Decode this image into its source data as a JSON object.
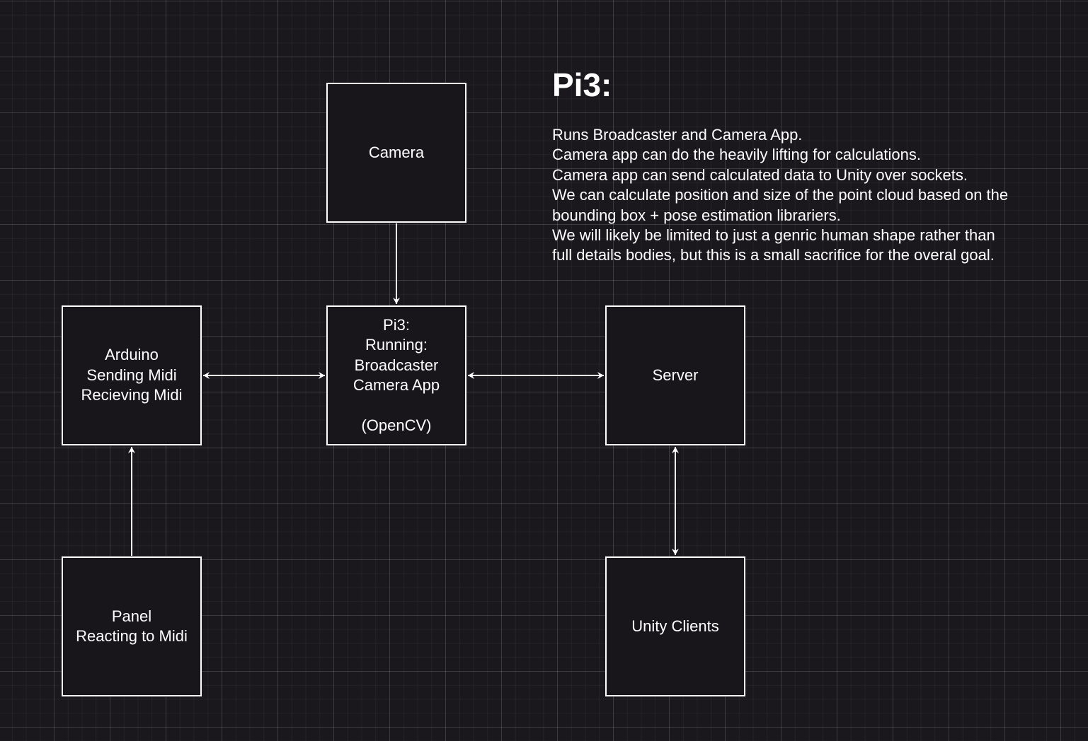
{
  "diagram": {
    "nodes": {
      "camera": "Camera",
      "pi3": "Pi3:\nRunning:\nBroadcaster\nCamera App\n\n(OpenCV)",
      "arduino": "Arduino\nSending Midi\nRecieving Midi",
      "server": "Server",
      "panel": "Panel\nReacting to Midi",
      "unity": "Unity Clients"
    },
    "edges": [
      {
        "from": "camera",
        "to": "pi3",
        "direction": "forward"
      },
      {
        "from": "arduino",
        "to": "pi3",
        "direction": "both"
      },
      {
        "from": "pi3",
        "to": "server",
        "direction": "both"
      },
      {
        "from": "panel",
        "to": "arduino",
        "direction": "forward"
      },
      {
        "from": "server",
        "to": "unity",
        "direction": "both"
      }
    ]
  },
  "note": {
    "title": "Pi3:",
    "lines": [
      "Runs Broadcaster and Camera App.",
      "Camera app can do the heavily lifting for calculations.",
      "Camera app can send calculated data to Unity over sockets.",
      "We can calculate position and size of the point cloud based on the",
      "bounding box + pose estimation librariers.",
      "We will likely be limited to just a genric human shape rather than",
      "full details bodies, but this is a small sacrifice for the overal goal."
    ]
  },
  "colors": {
    "background": "#1a181d",
    "node_fill": "#18161b",
    "stroke": "#ffffff",
    "text": "#ffffff"
  }
}
